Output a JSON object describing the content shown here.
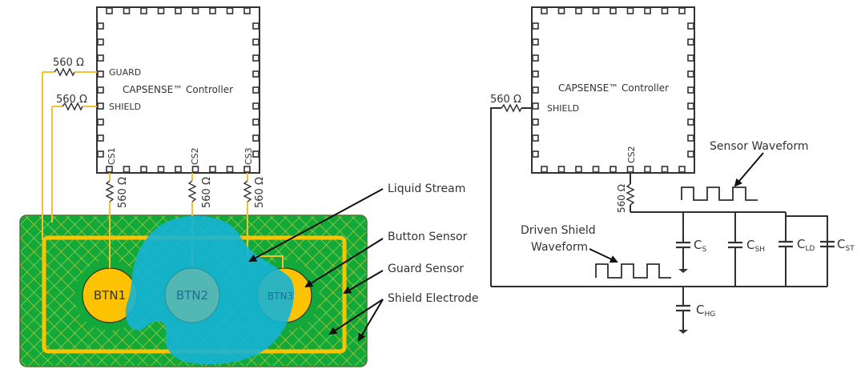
{
  "colors": {
    "pcb_green": "#12a83a",
    "hatch": "#c8cf3a",
    "gold": "#fdc300",
    "liquid": "#15b3d6",
    "line": "#333333",
    "trace": "#f2c233"
  },
  "left_diagram": {
    "controller_label": "CAPSENSE™ Controller",
    "pins": {
      "guard": "GUARD",
      "shield": "SHIELD",
      "cs1": "CS1",
      "cs2": "CS2",
      "cs3": "CS3"
    },
    "resistors": {
      "guard": "560 Ω",
      "shield": "560 Ω",
      "cs1": "560 Ω",
      "cs2": "560 Ω",
      "cs3": "560 Ω"
    },
    "buttons": [
      "BTN1",
      "BTN2",
      "BTN3"
    ],
    "callouts": [
      "Liquid Stream",
      "Button Sensor",
      "Guard Sensor",
      "Shield Electrode"
    ]
  },
  "right_diagram": {
    "controller_label": "CAPSENSE™ Controller",
    "pins": {
      "shield": "SHIELD",
      "cs2": "CS2"
    },
    "resistors": {
      "shield": "560 Ω",
      "cs2": "560 Ω"
    },
    "waveform_labels": {
      "sensor": "Sensor Waveform",
      "driven_shield_line1": "Driven Shield",
      "driven_shield_line2": "Waveform"
    },
    "capacitors": [
      {
        "base": "C",
        "sub": "S"
      },
      {
        "base": "C",
        "sub": "SH"
      },
      {
        "base": "C",
        "sub": "LD"
      },
      {
        "base": "C",
        "sub": "ST"
      },
      {
        "base": "C",
        "sub": "HG"
      }
    ]
  }
}
